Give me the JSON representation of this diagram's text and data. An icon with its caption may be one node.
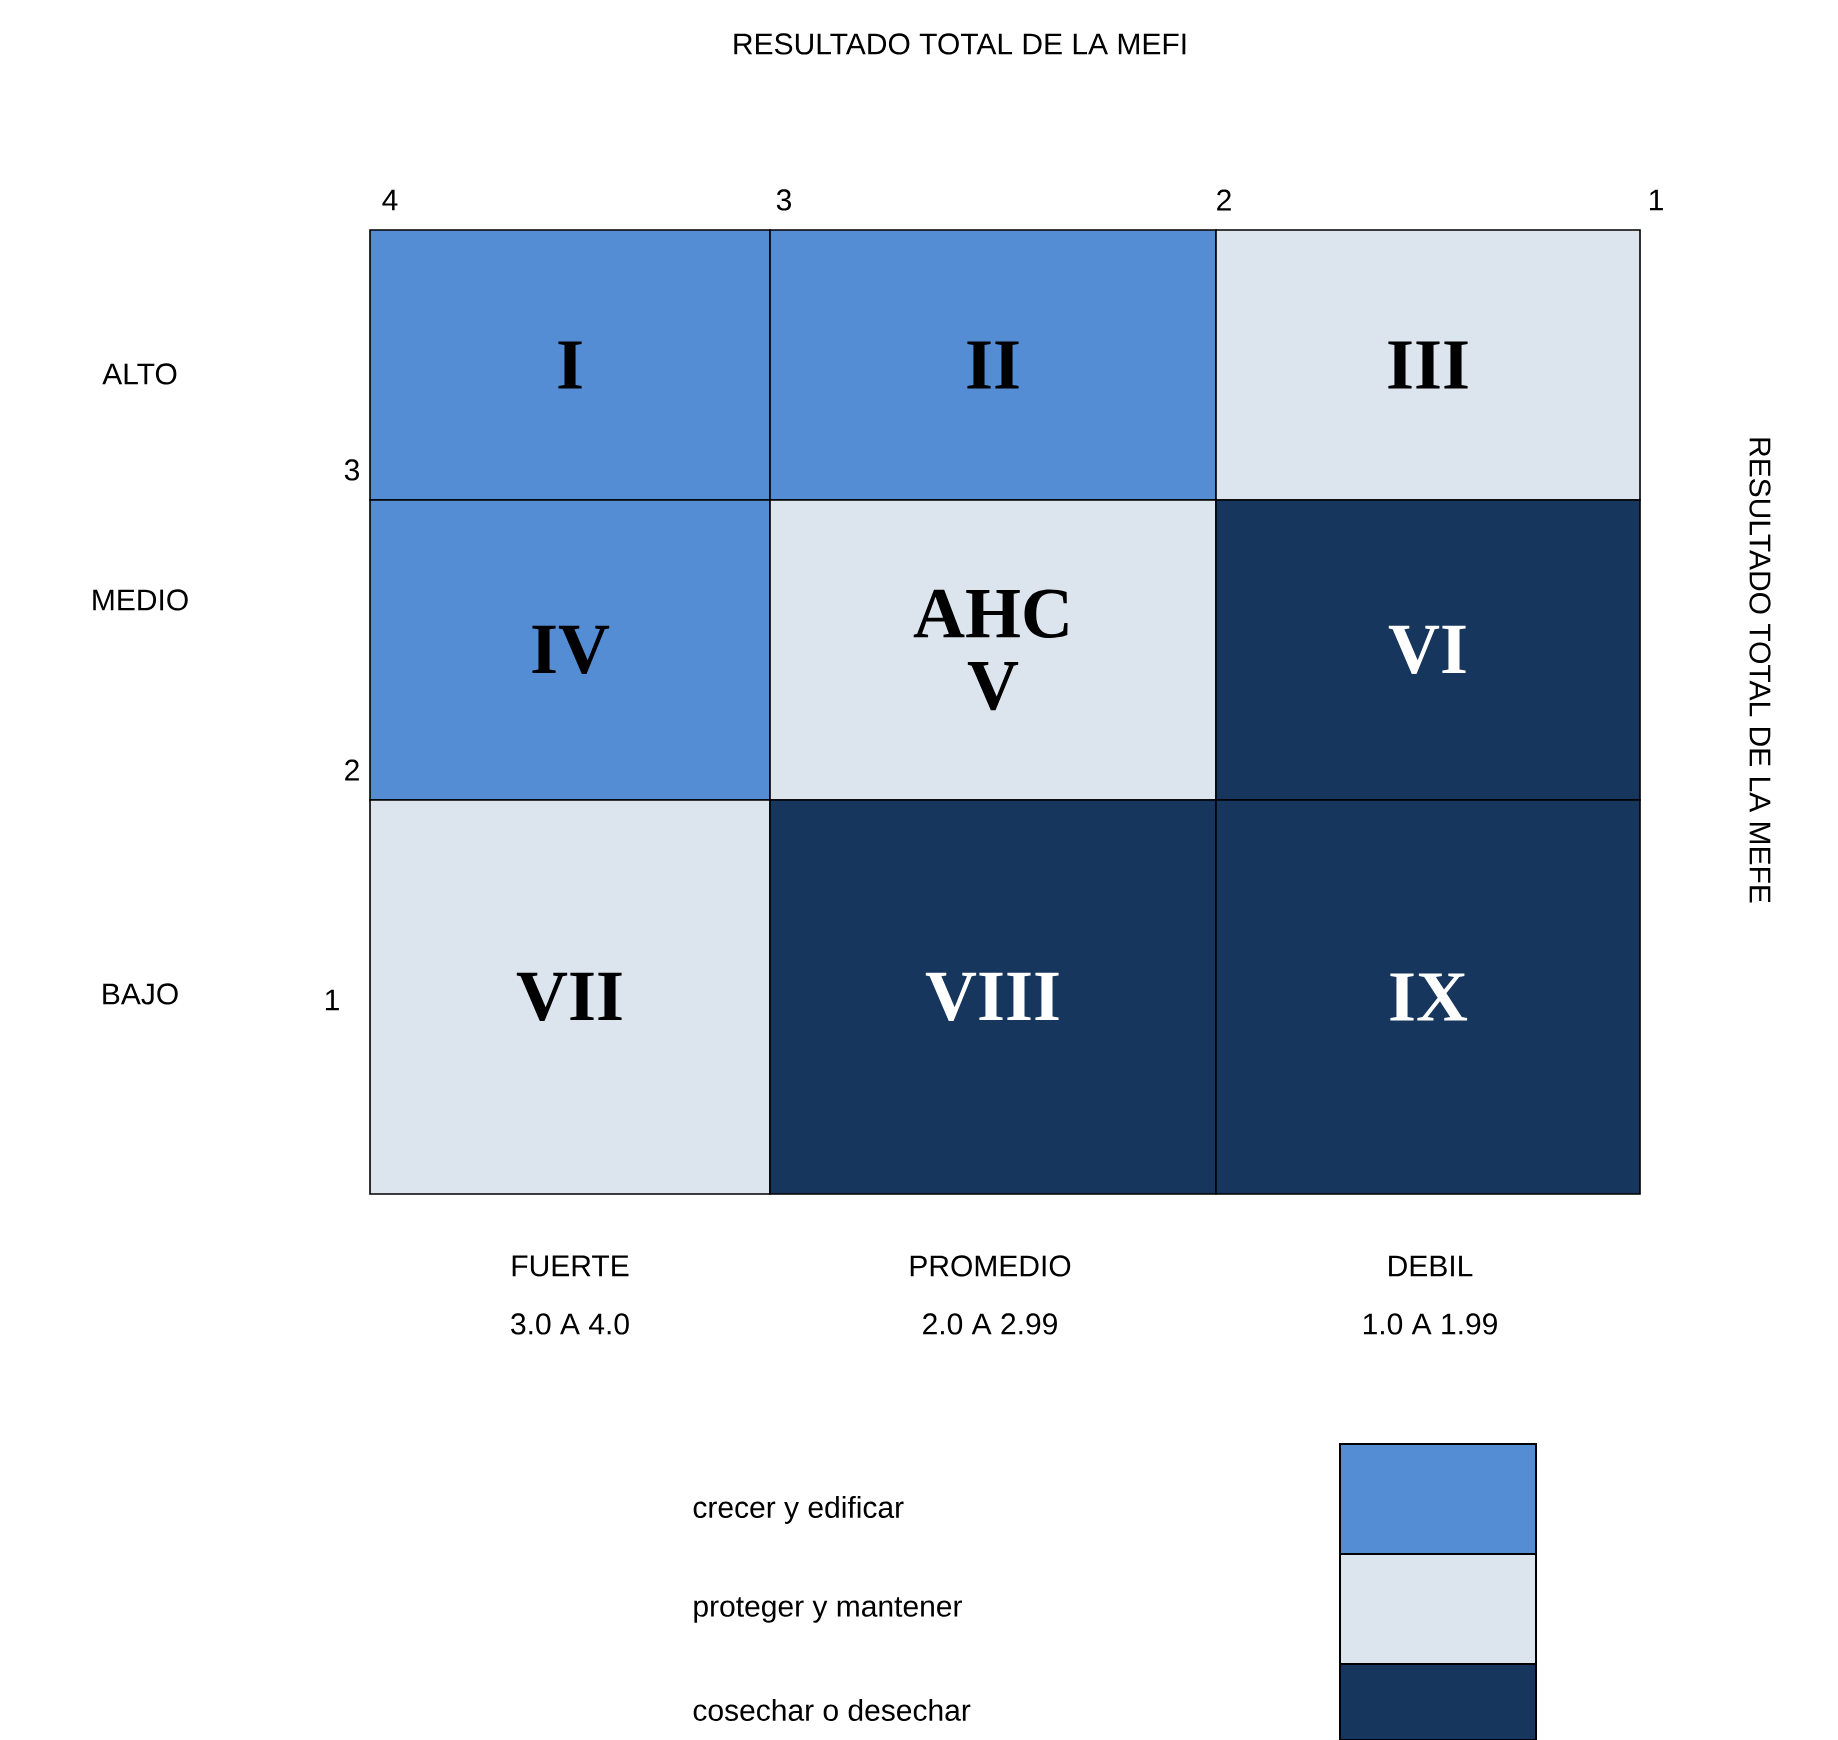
{
  "diagram": {
    "title": "RESULTADO TOTAL DE LA MEFI",
    "nodes": [
      {
        "text": [
          "I"
        ]
      },
      {
        "text": [
          "II"
        ]
      },
      {
        "text": [
          "III"
        ]
      },
      {
        "text": [
          "IV"
        ]
      },
      {
        "text": [
          "AHC",
          "V"
        ]
      },
      {
        "text": [
          "VI"
        ]
      },
      {
        "text": [
          "VII"
        ]
      },
      {
        "text": [
          "VIII"
        ]
      },
      {
        "text": [
          "IX"
        ]
      }
    ],
    "labels": [
      "4",
      "3",
      "2",
      "1",
      "ALTO",
      "3",
      "MEDIO",
      "2",
      "RESULTADO TOTAL DE LA MEFE",
      "BAJO",
      "1",
      "FUERTE",
      "3.0 A 4.0",
      "PROMEDIO",
      "2.0 A 2.99",
      "DEBIL",
      "1.0 A 1.99"
    ],
    "legend": [
      {
        "text": "crecer y edificar",
        "color": "#548dd4"
      },
      {
        "text": "proteger y mantener",
        "color": "#dce4ee"
      },
      {
        "text": "cosechar o desechar",
        "color": "#17365d"
      }
    ]
  }
}
